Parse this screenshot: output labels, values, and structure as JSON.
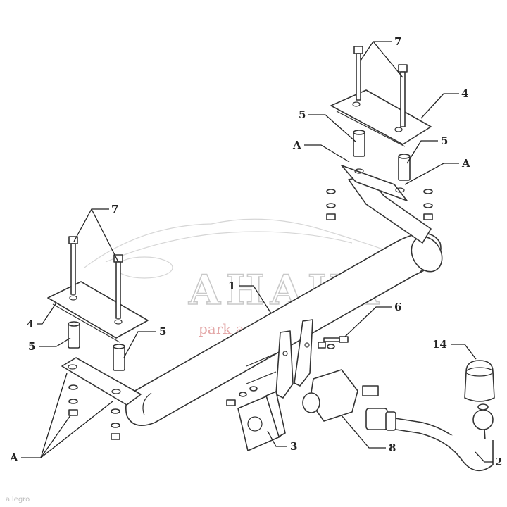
{
  "diagram": {
    "labels": {
      "l1": "1",
      "l2": "2",
      "l3": "3",
      "l4a": "4",
      "l4b": "4",
      "l5a": "5",
      "l5b": "5",
      "l5c": "5",
      "l5d": "5",
      "l6": "6",
      "l7a": "7",
      "l7b": "7",
      "l8": "8",
      "l14": "14",
      "lAa": "A",
      "lAb": "A",
      "lAc": "A"
    },
    "watermark": {
      "brand": "AHAKA",
      "tagline": "park and travel"
    },
    "credit": "allegro"
  },
  "colors": {
    "line": "#333333",
    "watermark": "#c9c9c9",
    "watermark_tagline": "#e3a7a7"
  }
}
